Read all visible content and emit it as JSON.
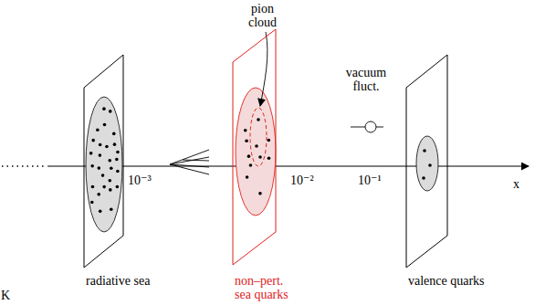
{
  "diagram": {
    "nodes": [
      {
        "text": [
          "radiative sea"
        ]
      },
      {
        "text": [
          "non–pert. sea quarks"
        ]
      },
      {
        "text": [
          "valence quarks"
        ]
      }
    ],
    "labels": [
      "pion cloud",
      "vacuum fluct.",
      "10⁻³",
      "10⁻²",
      "10⁻¹",
      "x",
      "K"
    ]
  }
}
